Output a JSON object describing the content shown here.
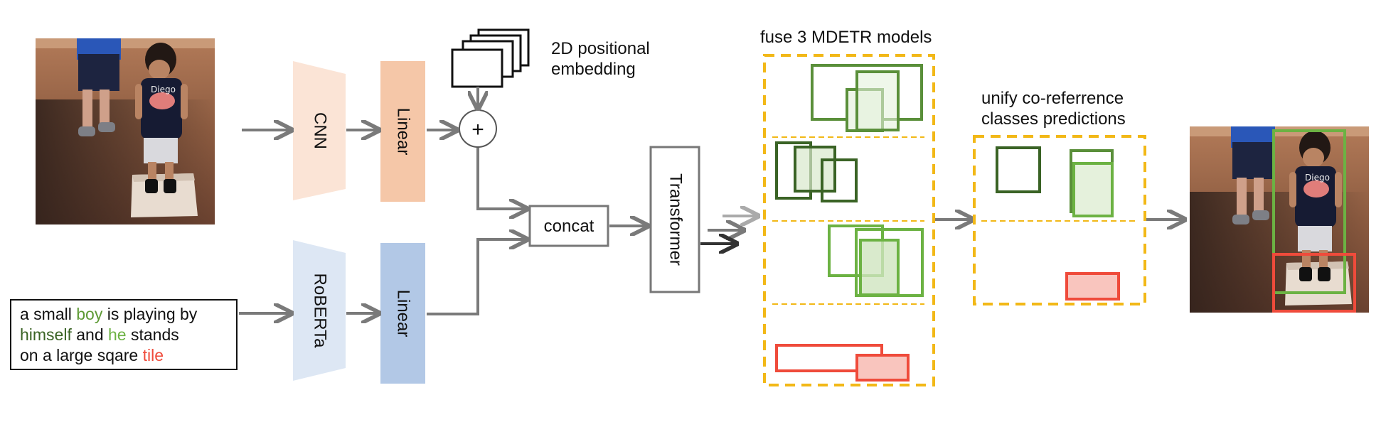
{
  "colors": {
    "cnn": "#fbe4d6",
    "linear_img": "#f5c7a8",
    "roberta": "#dde7f4",
    "linear_txt": "#b2c8e6",
    "arrow": "#7a7a7a",
    "dashed_frame": "#f2b817",
    "green_dark": "#3a6325",
    "green_mid": "#5a8f3a",
    "green_light": "#6cb243",
    "red": "#ef4b3b"
  },
  "input_image": {
    "name": "boy-on-base-photo",
    "caption": ""
  },
  "output_image": {
    "name": "boy-on-base-photo-with-boxes",
    "caption": ""
  },
  "modules": {
    "cnn": "CNN",
    "linear_image": "Linear",
    "roberta": "RoBERTa",
    "linear_text": "Linear",
    "plus": "+",
    "concat": "concat",
    "transformer": "Transformer"
  },
  "positional": {
    "line1": "2D positional",
    "line2": "embedding"
  },
  "fuse_caption": "fuse 3 MDETR models",
  "unify_caption": {
    "line1": "unify co-referrence",
    "line2": "classes predictions"
  },
  "sentence": {
    "line1": [
      {
        "t": "a small ",
        "c": "plain"
      },
      {
        "t": "boy",
        "c": "green"
      },
      {
        "t": " is playing by",
        "c": "plain"
      }
    ],
    "line2": [
      {
        "t": "himself",
        "c": "dark"
      },
      {
        "t": " and ",
        "c": "plain"
      },
      {
        "t": "he",
        "c": "light"
      },
      {
        "t": " stands",
        "c": "plain"
      }
    ],
    "line3": [
      {
        "t": "on a large sqare ",
        "c": "plain"
      },
      {
        "t": "tile",
        "c": "red"
      }
    ]
  }
}
